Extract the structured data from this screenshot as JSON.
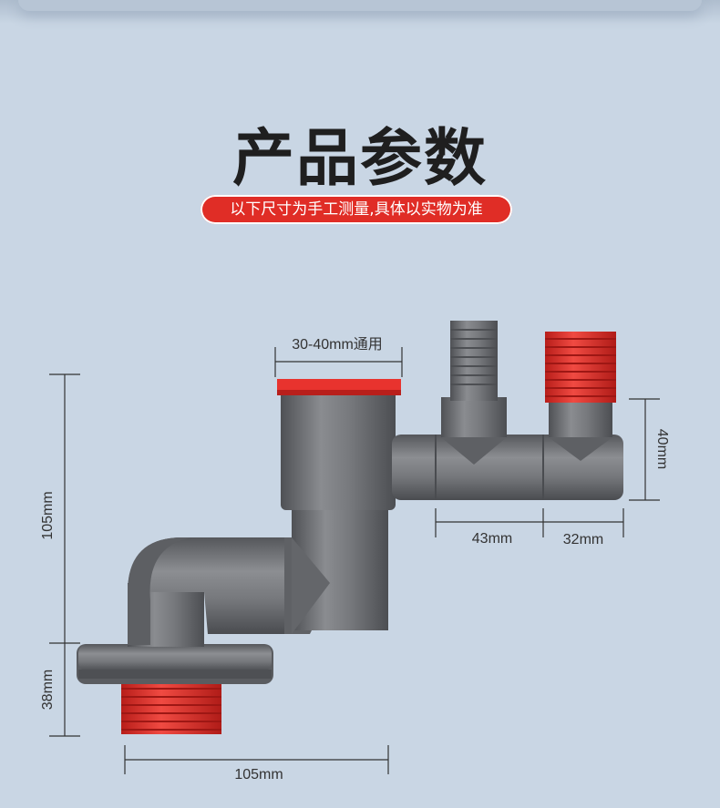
{
  "header": {
    "title": "产品参数",
    "badge": "以下尺寸为手工测量,具体以实物为准"
  },
  "dimensions": {
    "top_inlet": "30-40mm通用",
    "height_main": "105mm",
    "height_base": "38mm",
    "width_base": "105mm",
    "branch_height": "40mm",
    "branch_spacing_1": "43mm",
    "branch_spacing_2": "32mm"
  },
  "colors": {
    "background": "#c9d6e4",
    "pipe_gray": "#6f7175",
    "thread_red": "#e8332e",
    "badge_red": "#e02d26"
  }
}
